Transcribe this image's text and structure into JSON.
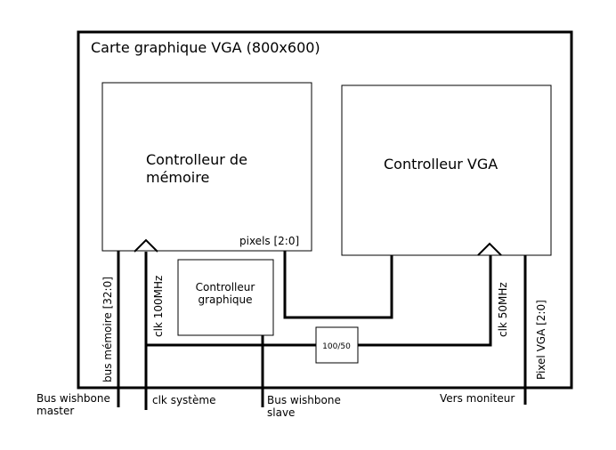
{
  "outer": {
    "title": "Carte graphique VGA (800x600)"
  },
  "memory_controller": {
    "line1": "Controlleur de",
    "line2": "mémoire"
  },
  "vga_controller": {
    "label": "Controlleur VGA"
  },
  "graphics_controller": {
    "line1": "Controlleur",
    "line2": "graphique"
  },
  "divider": {
    "label": "100/50"
  },
  "signals": {
    "pixels": "pixels [2:0]",
    "bus_memoire": "bus mémoire [32:0]",
    "clk100": "clk 100MHz",
    "clk50": "clk 50MHz",
    "pixel_vga": "Pixel VGA [2:0]"
  },
  "external": {
    "wishbone_master_1": "Bus wishbone",
    "wishbone_master_2": "master",
    "clk_systeme": "clk système",
    "wishbone_slave_1": "Bus wishbone",
    "wishbone_slave_2": "slave",
    "vers_moniteur": "Vers moniteur"
  }
}
